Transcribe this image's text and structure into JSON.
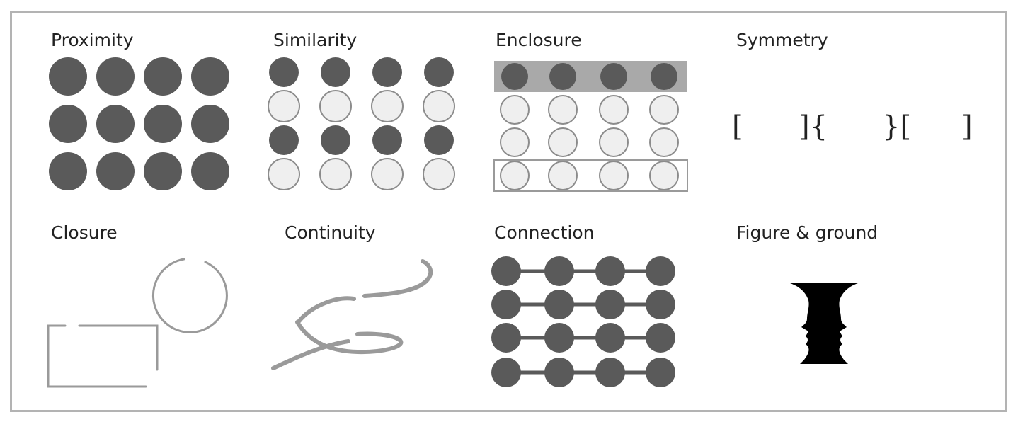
{
  "panels": {
    "proximity": "Proximity",
    "similarity": "Similarity",
    "enclosure": "Enclosure",
    "symmetry": "Symmetry",
    "closure": "Closure",
    "continuity": "Continuity",
    "connection": "Connection",
    "figure_ground": "Figure & ground"
  },
  "symmetry_glyphs": [
    "[",
    "]{",
    "}[",
    "]"
  ],
  "colors": {
    "frame": "#b3b3b3",
    "dark_dot": "#5a5a5a",
    "light_dot_fill": "#efefef",
    "light_dot_stroke": "#8c8c8c",
    "enclosure_band": "#a9a9a9",
    "line_gray": "#9a9a9a",
    "vase": "#000000"
  }
}
